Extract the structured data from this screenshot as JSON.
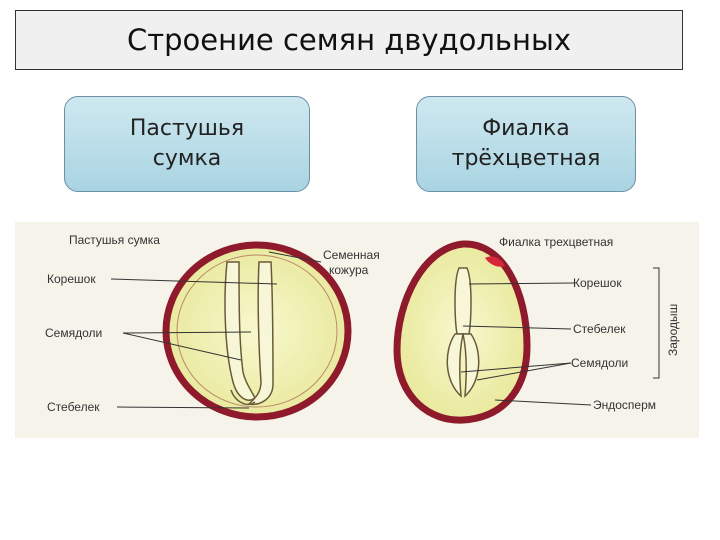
{
  "title": "Строение семян двудольных",
  "cards": {
    "left": "Пастушья\nсумка",
    "right": "Фиалка\nтрёхцветная"
  },
  "figure": {
    "left_heading": "Пастушья сумка",
    "right_heading": "Фиалка трехцветная",
    "left_labels": {
      "radicle": "Корешок",
      "cotyledons": "Семядоли",
      "stem": "Стебелек"
    },
    "seed_coat": [
      "Семенная",
      "кожура"
    ],
    "right_labels": {
      "radicle": "Корешок",
      "stem": "Стебелек",
      "cotyledons": "Семядоли",
      "endosperm": "Эндосперм"
    },
    "embryo_label": "Зародыш"
  },
  "colors": {
    "seed_coat": "#8e1a2c",
    "seed_fill": "#eeeea6",
    "seed_fill_center": "#f8f8cf",
    "card_border": "#6d8fa8",
    "card_fill": "#bfe0ea"
  }
}
